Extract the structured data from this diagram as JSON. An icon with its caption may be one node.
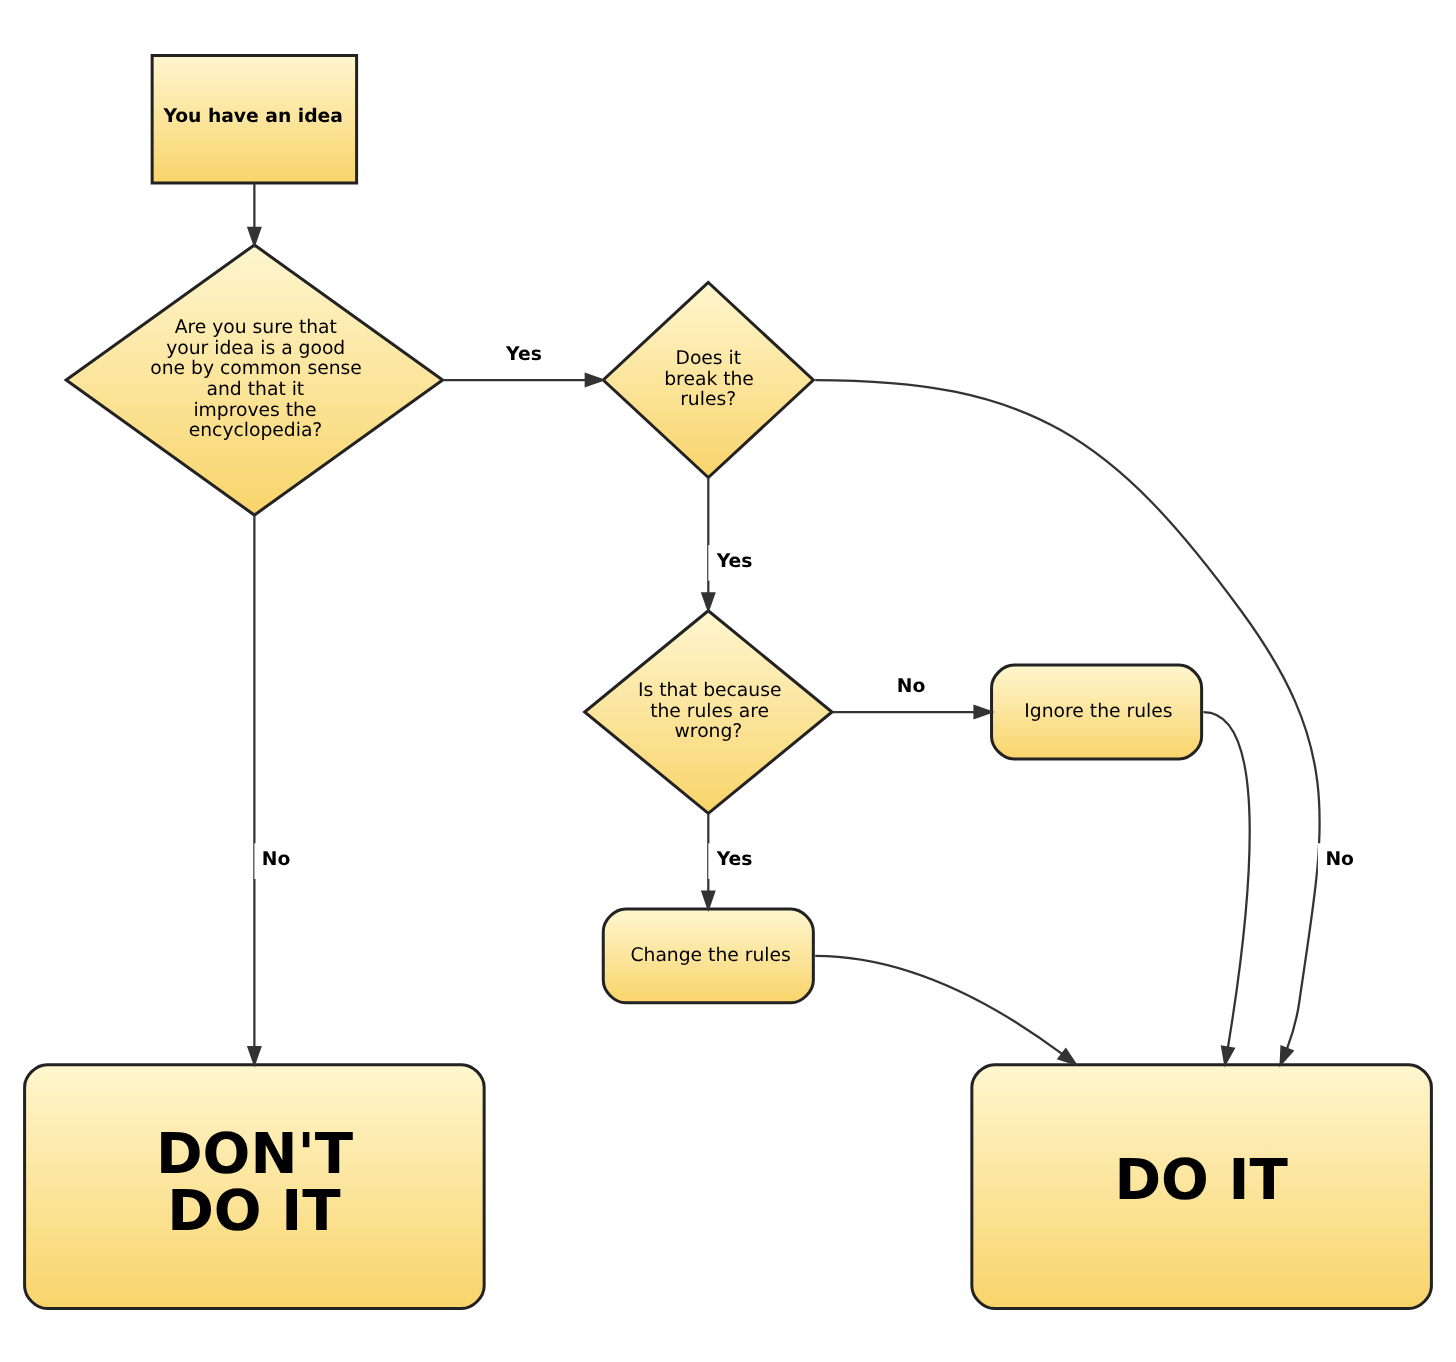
{
  "diagram": {
    "nodes": [
      {
        "text": [
          "You have an idea"
        ]
      },
      {
        "text": [
          "Are you sure that your idea is a good one by common sense and that it improves the encyclopedia?"
        ]
      },
      {
        "text": [
          "Does it break the rules?"
        ]
      },
      {
        "text": [
          "Is that because the rules are wrong?"
        ]
      },
      {
        "text": [
          "Ignore the rules"
        ]
      },
      {
        "text": [
          "Change the rules"
        ]
      },
      {
        "text": [
          "DON'T DO IT"
        ]
      },
      {
        "text": [
          "DO IT"
        ]
      }
    ],
    "edges": [
      {
        "from": 0,
        "to": 1,
        "arrow": "to"
      },
      {
        "from": 1,
        "to": 2,
        "arrow": "to",
        "label": "Yes"
      },
      {
        "from": 1,
        "to": 6,
        "arrow": "to",
        "label": "No"
      },
      {
        "from": 2,
        "to": 3,
        "arrow": "to",
        "label": "Yes"
      },
      {
        "from": 2,
        "to": 7,
        "arrow": "to",
        "label": "No"
      },
      {
        "from": 3,
        "to": 4,
        "arrow": "to",
        "label": "No"
      },
      {
        "from": 3,
        "to": 5,
        "arrow": "to",
        "label": "Yes"
      },
      {
        "from": 4,
        "to": 7,
        "arrow": "to"
      },
      {
        "from": 5,
        "to": 7,
        "arrow": "to"
      }
    ]
  }
}
